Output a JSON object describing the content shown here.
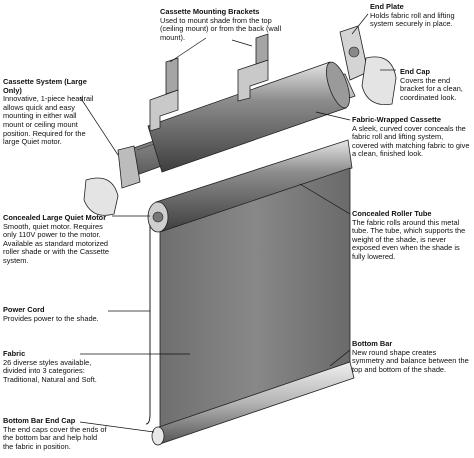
{
  "callouts": {
    "cassette_brackets": {
      "title": "Cassette Mounting Brackets",
      "desc": "Used to mount shade from the top (ceiling mount) or from the back (wall mount)."
    },
    "end_plate": {
      "title": "End Plate",
      "desc": "Holds fabric roll and lifting system securely in place."
    },
    "cassette_system": {
      "title": "Cassette System (Large Only)",
      "desc": "Innovative, 1-piece headrail allows quick and easy mounting in either wall mount or ceiling mount position. Required for the large Quiet motor."
    },
    "end_cap": {
      "title": "End Cap",
      "desc": "Covers the end bracket for a clean, coordinated look."
    },
    "fabric_cassette": {
      "title": "Fabric-Wrapped Cassette",
      "desc": "A sleek, curved cover conceals the fabric roll and lifting system, covered with matching fabric to give a clean, finished look."
    },
    "quiet_motor": {
      "title": "Concealed Large Quiet Motor",
      "desc": "Smooth, quiet motor. Requires only 110V power to the motor. Available as standard motorized roller shade or with the Cassette system."
    },
    "roller_tube": {
      "title": "Concealed Roller Tube",
      "desc": "The fabric rolls around this metal tube. The tube, which supports the weight of the shade, is never exposed even when the shade is fully lowered."
    },
    "power_cord": {
      "title": "Power Cord",
      "desc": "Provides power to the shade."
    },
    "bottom_bar": {
      "title": "Bottom Bar",
      "desc": "New round shape creates symmetry and balance between the top and bottom of the shade."
    },
    "fabric": {
      "title": "Fabric",
      "desc": "26 diverse styles available, divided into 3 categories: Traditional, Natural and Soft."
    },
    "bottom_bar_end_cap": {
      "title": "Bottom Bar End Cap",
      "desc": "The end caps cover the ends of the bottom bar and help hold the fabric in position."
    }
  }
}
